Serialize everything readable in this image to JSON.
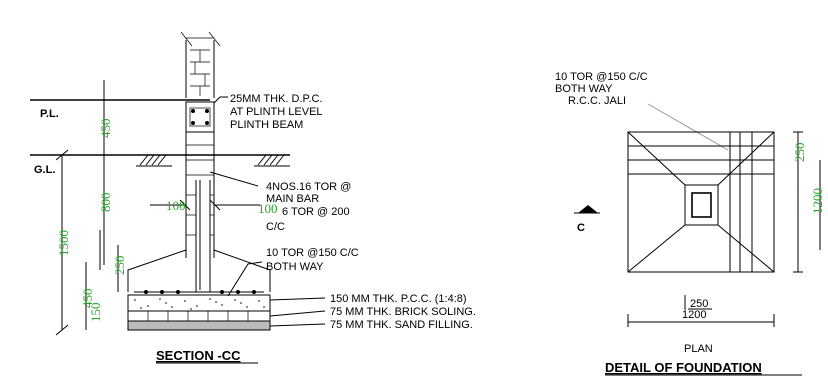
{
  "section": {
    "title": "SECTION -CC",
    "levels": {
      "plinth": "P.L.",
      "ground": "G.L."
    },
    "labels": {
      "dpc": "25MM THK. D.P.C.",
      "plinth_level": "AT PLINTH LEVEL",
      "plinth_beam": "PLINTH BEAM",
      "main_bar_1": "4NOS.16 TOR @",
      "main_bar_2": "MAIN BAR",
      "stirrup_1": "6 TOR @ 200",
      "stirrup_2": "C/C",
      "bottom_bar_1": "10 TOR @150 C/C",
      "bottom_bar_2": "BOTH WAY",
      "pcc": "150 MM THK. P.C.C. (1:4:8)",
      "brick": "75    MM THK. BRICK SOLING.",
      "sand": "75    MM THK. SAND FILLING."
    },
    "dims": {
      "d450": "450",
      "d800": "800",
      "d1500": "1500",
      "d250": "250",
      "d100a": "100",
      "d100b": "100",
      "d150": "150",
      "d450b": "450"
    }
  },
  "plan": {
    "title": "DETAIL OF FOUNDATION",
    "subtitle": "PLAN",
    "labels": {
      "jali_1": "10 TOR @150 C/C",
      "jali_2": "BOTH WAY",
      "jali_3": "R.C.C. JALI",
      "section_mark": "C"
    },
    "dims": {
      "d250": "250",
      "d1200": "1200",
      "v250": "250",
      "v1200": "1200"
    }
  }
}
